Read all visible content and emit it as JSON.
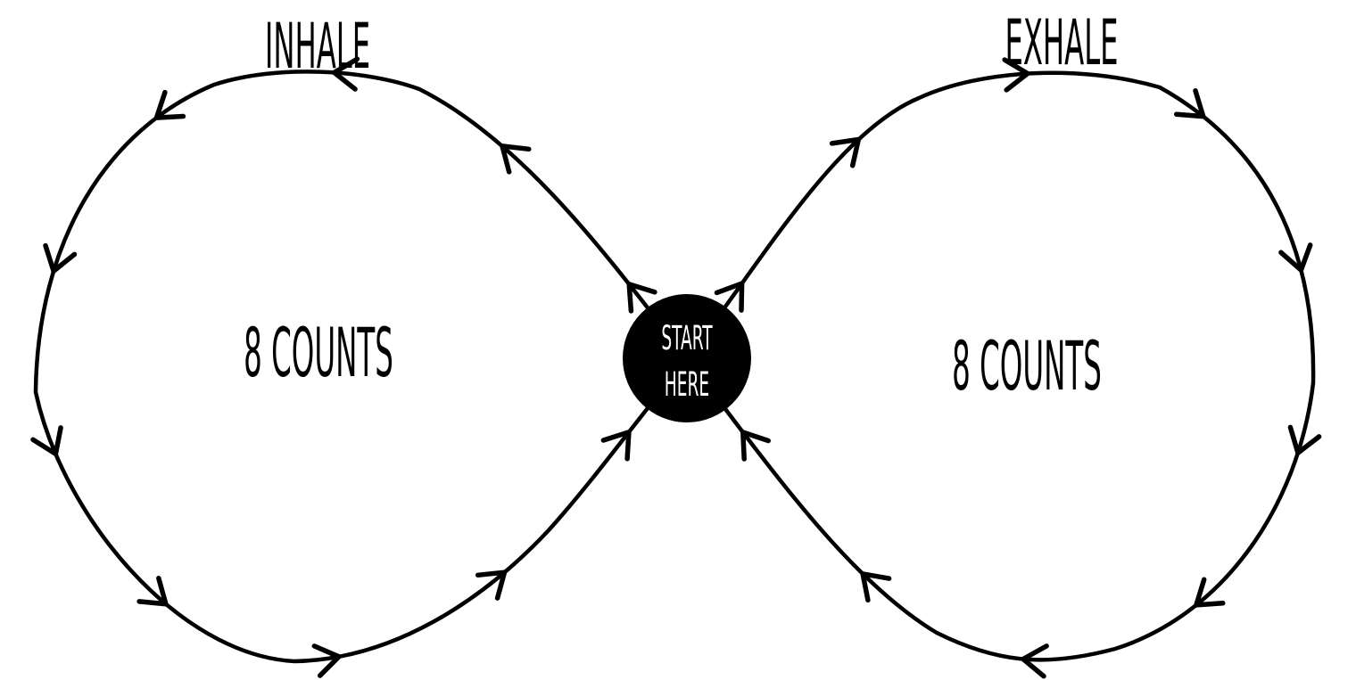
{
  "phases": {
    "inhale": {
      "label": "INHALE",
      "counts": "8 COUNTS"
    },
    "exhale": {
      "label": "EXHALE",
      "counts": "8 COUNTS"
    }
  },
  "start": {
    "line1": "START",
    "line2": "HERE"
  },
  "colors": {
    "ink": "#000000",
    "background": "#ffffff",
    "center_text": "#ffffff"
  },
  "icons": {
    "direction_marker": "chevron-arrow-icon",
    "start_node": "filled-circle-icon"
  }
}
